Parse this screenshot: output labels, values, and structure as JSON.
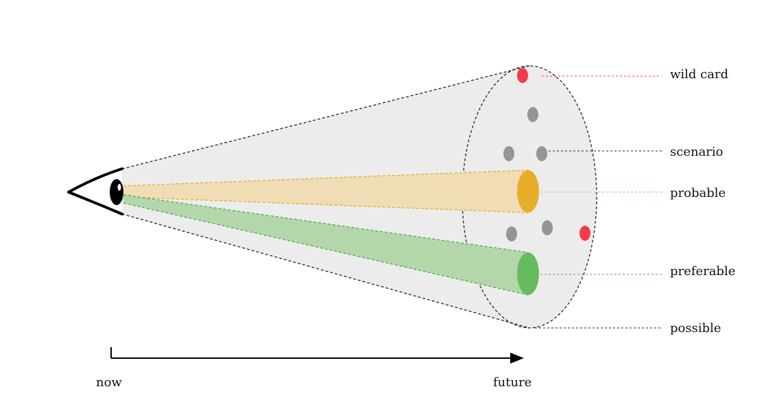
{
  "labels": {
    "wild_card": "wild card",
    "scenario": "scenario",
    "probable": "probable",
    "preferable": "preferable",
    "possible": "possible"
  },
  "timeline": {
    "start": "now",
    "end": "future"
  },
  "colors": {
    "cone_fill": "#ececec",
    "probable": "#e8ae2a",
    "probable_beam": "#f0dcb5",
    "preferable": "#67bb5f",
    "preferable_beam": "#b3d7ab",
    "scenario": "#959595",
    "wild_card": "#f53a46",
    "outline": "#222222"
  },
  "legend": [
    {
      "key": "wild_card",
      "marker": "red-dot"
    },
    {
      "key": "scenario",
      "marker": "gray-dot"
    },
    {
      "key": "probable",
      "marker": "orange-ellipse"
    },
    {
      "key": "preferable",
      "marker": "green-ellipse"
    },
    {
      "key": "possible",
      "marker": "dashed-ellipse"
    }
  ]
}
